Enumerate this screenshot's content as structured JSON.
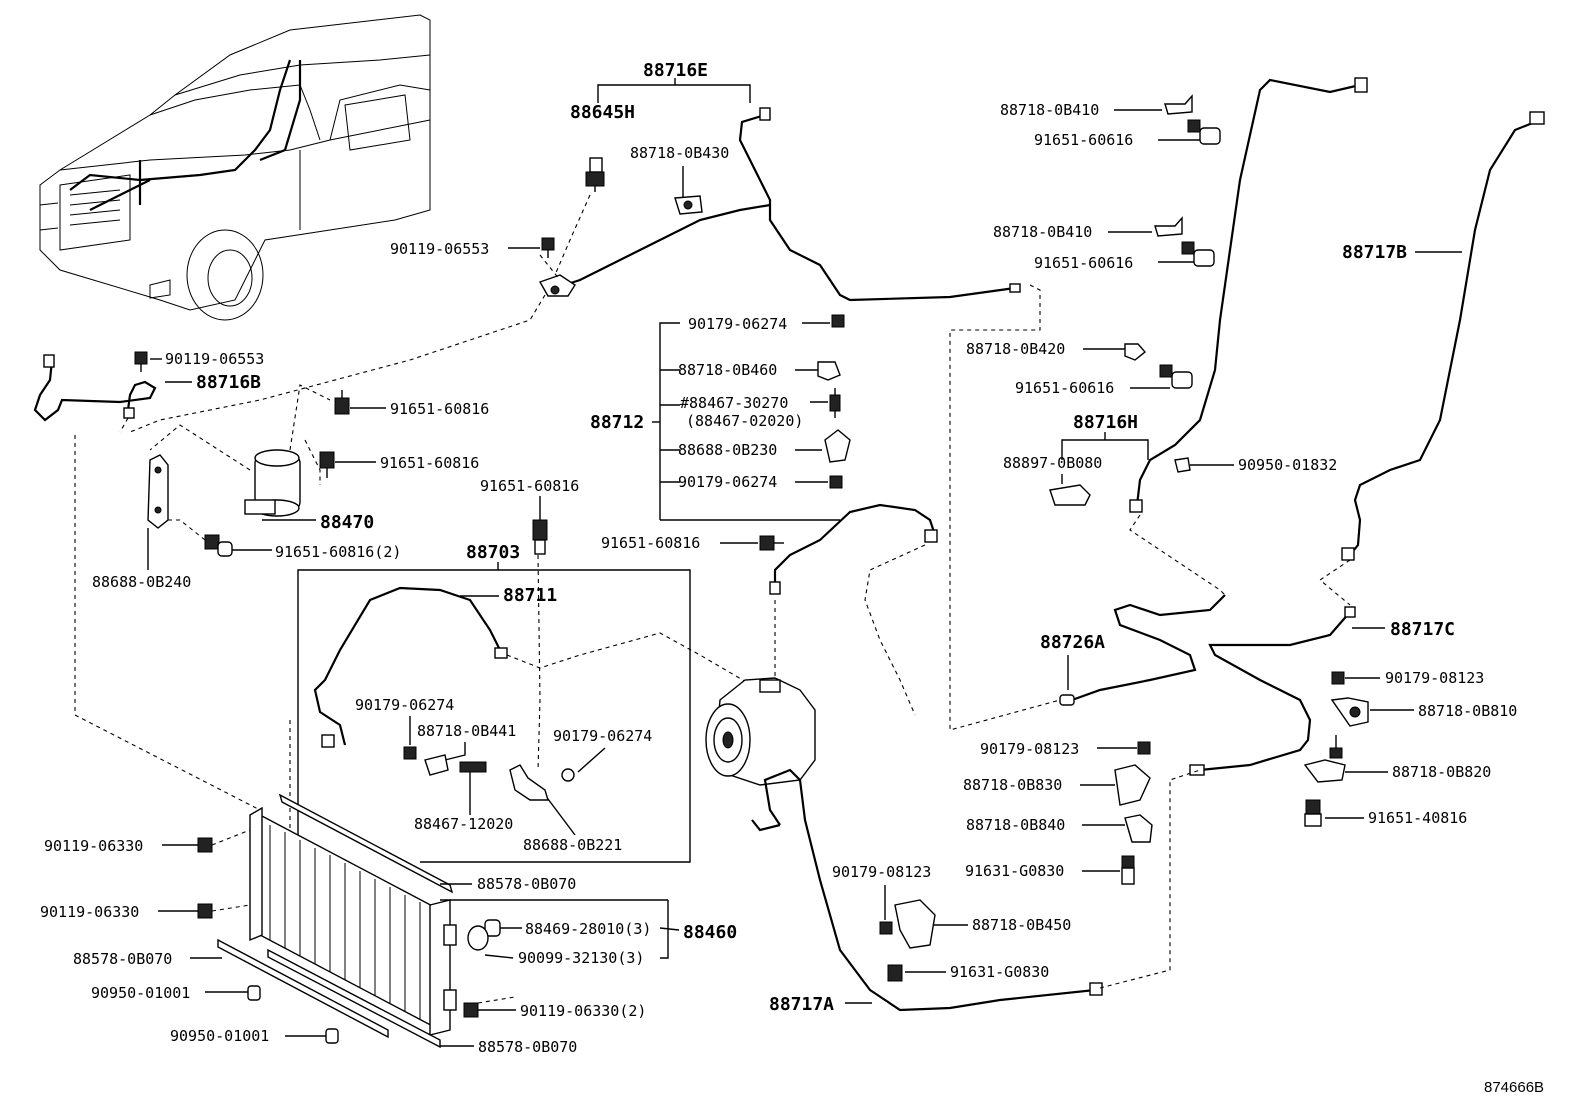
{
  "diagram_id": "874666B",
  "labels": {
    "p88716E": "88716E",
    "p88645H": "88645H",
    "p88718_0B430": "88718-0B430",
    "p90119_06553_a": "90119-06553",
    "p90119_06553_b": "90119-06553",
    "p88716B": "88716B",
    "p91651_60816_a": "91651-60816",
    "p91651_60816_b": "91651-60816",
    "p88470": "88470",
    "p91651_60816_2": "91651-60816(2)",
    "p88688_0B240": "88688-0B240",
    "p91651_60816_c": "91651-60816",
    "p88703": "88703",
    "p88711": "88711",
    "p90179_06274_a": "90179-06274",
    "p88718_0B441": "88718-0B441",
    "p90179_06274_b": "90179-06274",
    "p88467_12020": "88467-12020",
    "p88688_0B221": "88688-0B221",
    "p90179_06274_c": "90179-06274",
    "p88718_0B460": "88718-0B460",
    "p88467_30270": "#88467-30270",
    "p88467_02020": "(88467-02020)",
    "p88712": "88712",
    "p88688_0B230": "88688-0B230",
    "p90179_06274_d": "90179-06274",
    "p91651_60816_d": "91651-60816",
    "p88718_0B410_a": "88718-0B410",
    "p91651_60616_a": "91651-60616",
    "p88718_0B410_b": "88718-0B410",
    "p91651_60616_b": "91651-60616",
    "p88718_0B420": "88718-0B420",
    "p91651_60616_c": "91651-60616",
    "p88716H": "88716H",
    "p88897_0B080": "88897-0B080",
    "p90950_01832": "90950-01832",
    "p88717B": "88717B",
    "p88717C": "88717C",
    "p88726A": "88726A",
    "p90179_08123_a": "90179-08123",
    "p88718_0B810": "88718-0B810",
    "p90179_08123_b": "90179-08123",
    "p88718_0B830": "88718-0B830",
    "p88718_0B820": "88718-0B820",
    "p88718_0B840": "88718-0B840",
    "p91651_40816": "91651-40816",
    "p91631_G0830_a": "91631-G0830",
    "p90179_08123_c": "90179-08123",
    "p88718_0B450": "88718-0B450",
    "p91631_G0830_b": "91631-G0830",
    "p88717A": "88717A",
    "p90119_06330_a": "90119-06330",
    "p90119_06330_b": "90119-06330",
    "p88578_0B070_a": "88578-0B070",
    "p88469_28010": "88469-28010(3)",
    "p88460": "88460",
    "p88578_0B070_b": "88578-0B070",
    "p90099_32130": "90099-32130(3)",
    "p90950_01001_a": "90950-01001",
    "p90119_06330_2": "90119-06330(2)",
    "p90950_01001_b": "90950-01001",
    "p88578_0B070_c": "88578-0B070"
  }
}
